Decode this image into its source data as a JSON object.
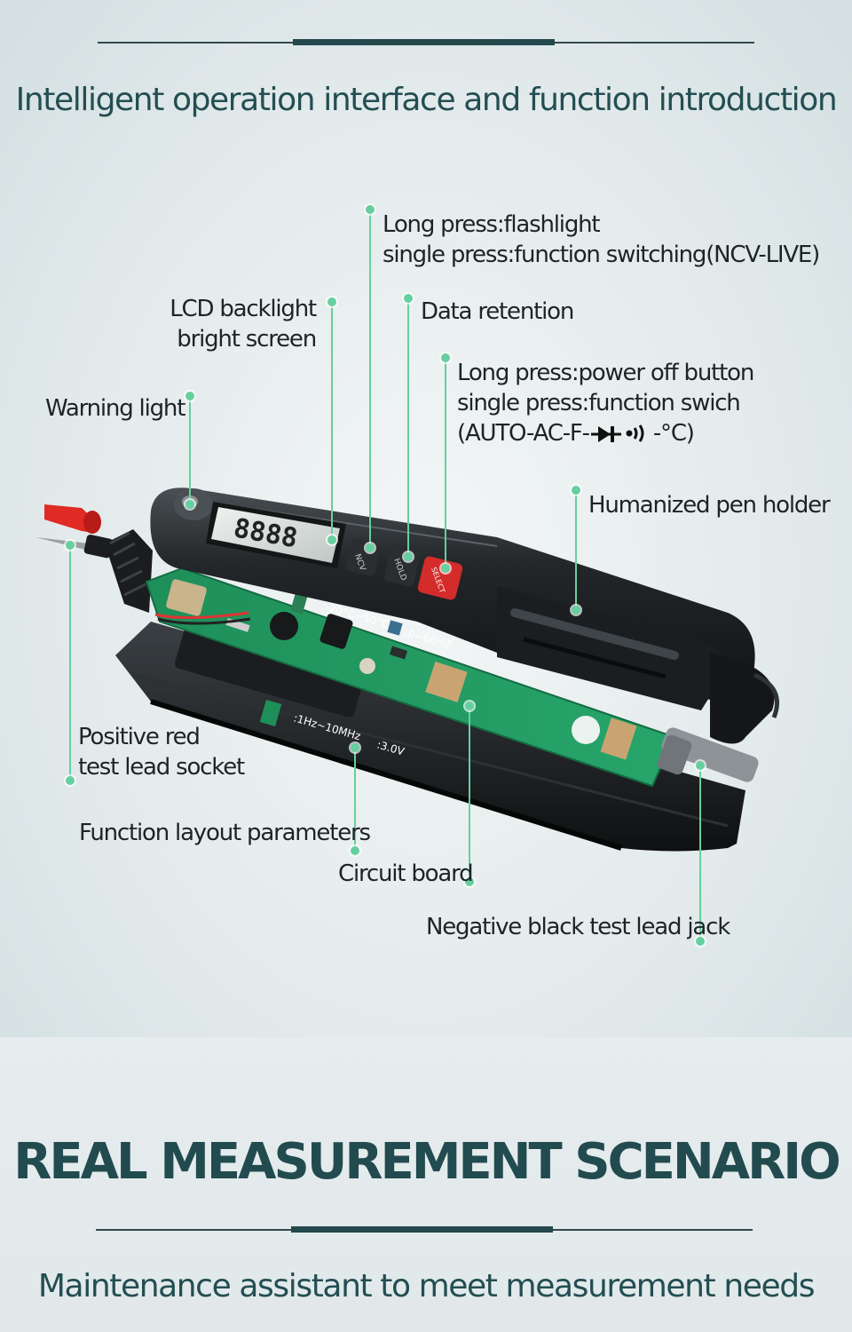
{
  "header": {
    "title": "Intelligent operation interface and function introduction"
  },
  "callouts": {
    "flashlight": {
      "line1": "Long press:flashlight",
      "line2": "single press:function switching(NCV-LIVE)"
    },
    "lcd": {
      "line1": "LCD backlight",
      "line2": "bright screen"
    },
    "data_retention": {
      "line1": "Data retention"
    },
    "power": {
      "line1": "Long press:power off button",
      "line2": "single press:function swich",
      "line3_prefix": "(AUTO-AC-F-",
      "line3_suffix": "-°C)"
    },
    "warning": {
      "line1": "Warning light"
    },
    "pen_holder": {
      "line1": "Humanized pen holder"
    },
    "positive": {
      "line1": "Positive red",
      "line2": "test lead socket"
    },
    "function_layout": {
      "line1": "Function layout parameters"
    },
    "circuit_board": {
      "line1": "Circuit board"
    },
    "negative": {
      "line1": "Negative black test lead jack"
    }
  },
  "device": {
    "lcd_digits": "8888",
    "buttons": {
      "ncv": "NCV",
      "hold": "HOLD",
      "select": "SELECT"
    },
    "board_labels": {
      "temp": ":-20°C~50°C",
      "cap": ":0~60mF",
      "freq": ":1Hz~10MHz",
      "diode": ":3.0V"
    }
  },
  "bottom": {
    "title": "REAL MEASUREMENT SCENARIO",
    "subtitle": "Maintenance assistant to meet measurement needs"
  },
  "colors": {
    "heading": "#234e52",
    "leader": "#66cf9f",
    "pcb": "#1f8f5a",
    "select_button": "#d42b2b"
  }
}
